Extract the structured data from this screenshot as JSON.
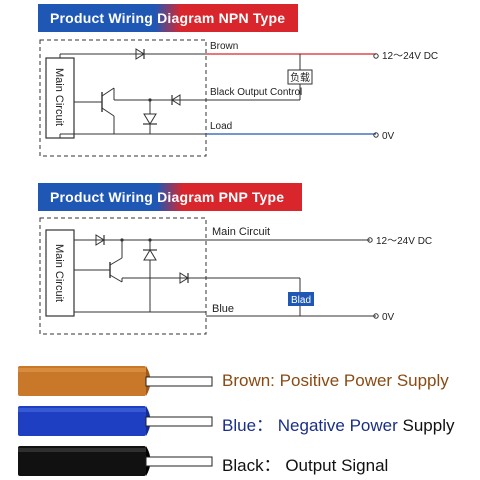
{
  "npn": {
    "title": "Product Wiring Diagram NPN Type",
    "main_circuit": "Main Circuit",
    "brown": "Brown",
    "black_output": "Black Output Control",
    "load": "Load",
    "load_cn": "负载",
    "supply": "12～24V DC",
    "zero": "0V",
    "colors": {
      "box": "#333333",
      "brown_wire": "#d9262c",
      "load_wire": "#1f57b5"
    }
  },
  "pnp": {
    "title": "Product Wiring Diagram PNP Type",
    "main_circuit": "Main Circuit",
    "main_circuit_label": "Main Circuit",
    "blad": "Blad",
    "blue": "Blue",
    "supply": "12～24V DC",
    "zero": "0V",
    "colors": {
      "box": "#333333",
      "blad_fill": "#1f57b5"
    }
  },
  "legend": [
    {
      "key": "Brown:",
      "value": "Positive Power Supply",
      "key_color": "#8a4a12",
      "value_color": "#8a4a12",
      "wire_color": "#c9782a",
      "icon": "brown-wire"
    },
    {
      "key": "Blue：",
      "value": "Negative Power",
      "extra": " Supply",
      "key_color": "#1a2f86",
      "value_color": "#1a2f86",
      "extra_color": "#111111",
      "wire_color": "#1f3fc2",
      "icon": "blue-wire"
    },
    {
      "key": "Black：",
      "value": "Output Signal",
      "key_color": "#111111",
      "value_color": "#111111",
      "wire_color": "#111111",
      "icon": "black-wire"
    }
  ]
}
